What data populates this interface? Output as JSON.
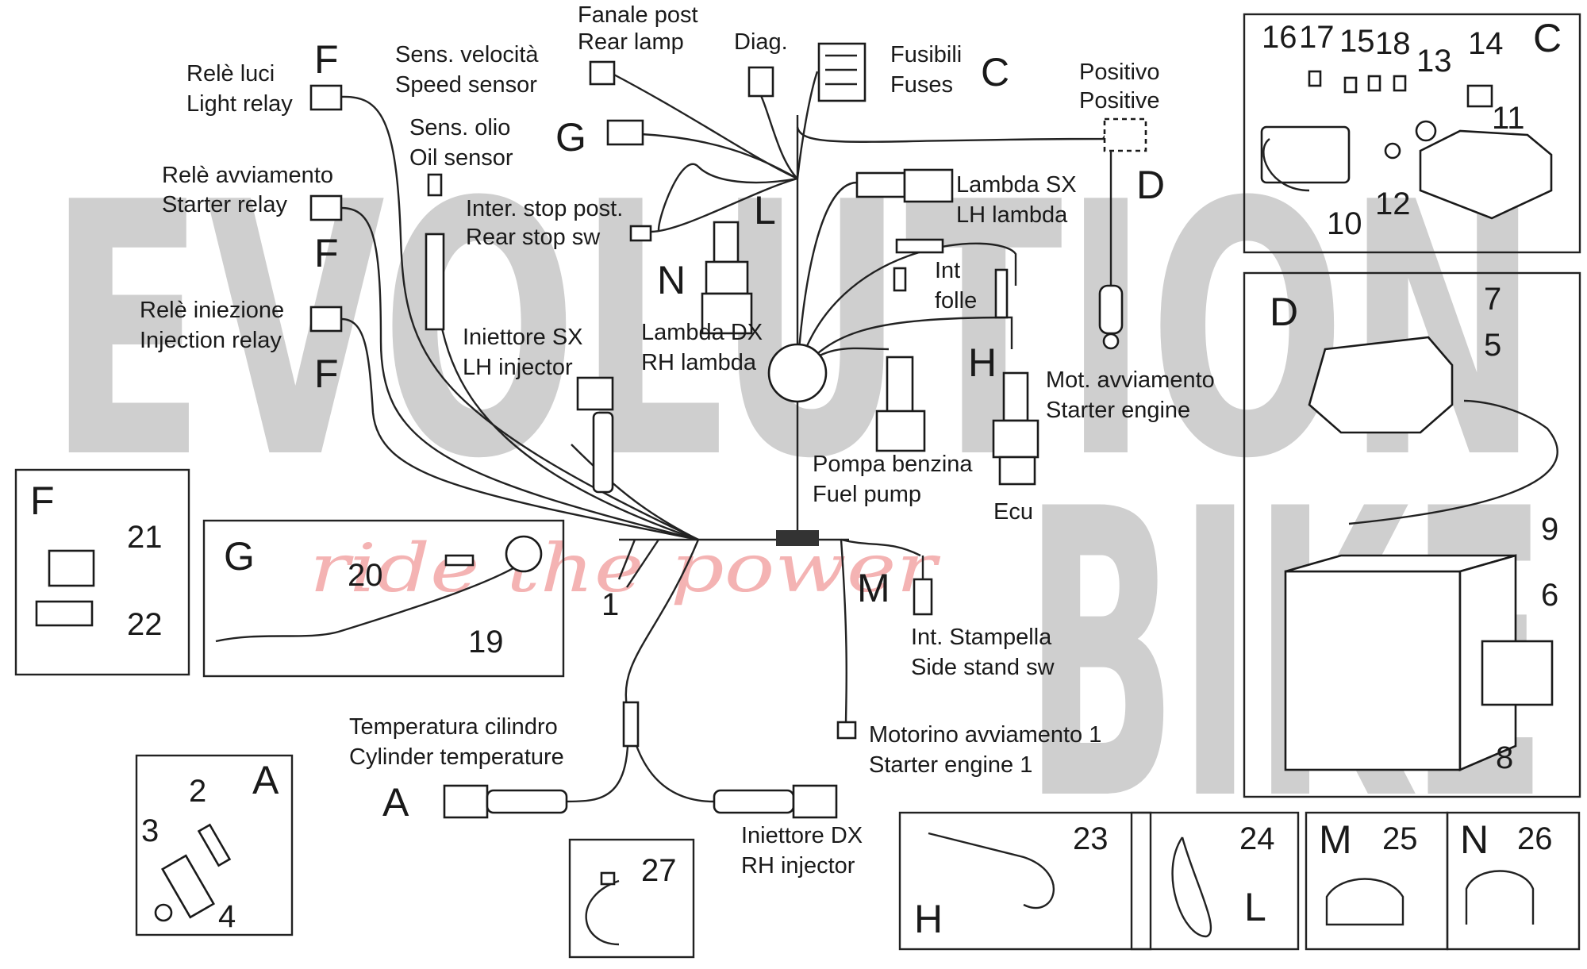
{
  "watermark": {
    "word1": "EVOLUTION",
    "word2": "BIKE",
    "tagline": "ride the power"
  },
  "labels": {
    "fanale_post": "Fanale post",
    "rear_lamp": "Rear lamp",
    "diag": "Diag.",
    "fusibili": "Fusibili",
    "fuses": "Fuses",
    "positivo": "Positivo",
    "positive": "Positive",
    "sens_velocita": "Sens. velocità",
    "speed_sensor": "Speed sensor",
    "rele_luci": "Relè luci",
    "light_relay": "Light relay",
    "sens_olio": "Sens. olio",
    "oil_sensor": "Oil sensor",
    "rele_avviamento": "Relè avviamento",
    "starter_relay": "Starter relay",
    "inter_stop": "Inter. stop post.",
    "rear_stop": "Rear stop sw",
    "lambda_sx": "Lambda SX",
    "lh_lambda": "LH lambda",
    "rele_iniezione": "Relè iniezione",
    "injection_relay": "Injection relay",
    "int": "Int",
    "folle": "folle",
    "lambda_dx": "Lambda DX",
    "rh_lambda": "RH lambda",
    "iniettore_sx": "Iniettore SX",
    "lh_injector": "LH injector",
    "mot_avviamento": "Mot. avviamento",
    "starter_engine": "Starter engine",
    "pompa_benzina": "Pompa benzina",
    "fuel_pump": "Fuel pump",
    "ecu": "Ecu",
    "int_stampella": "Int. Stampella",
    "side_stand": "Side stand sw",
    "temp_cilindro": "Temperatura cilindro",
    "cyl_temp": "Cylinder temperature",
    "motorino": "Motorino avviamento 1",
    "starter_engine_1": "Starter engine 1",
    "iniettore_dx": "Iniettore DX",
    "rh_injector": "RH injector"
  },
  "letters": {
    "F": "F",
    "G": "G",
    "C": "C",
    "D": "D",
    "L": "L",
    "N": "N",
    "H": "H",
    "M": "M",
    "A": "A"
  },
  "numbers": {
    "n1": "1",
    "n2": "2",
    "n3": "3",
    "n4": "4",
    "n5": "5",
    "n6": "6",
    "n7": "7",
    "n8": "8",
    "n9": "9",
    "n10": "10",
    "n11": "11",
    "n12": "12",
    "n13": "13",
    "n14": "14",
    "n15": "15",
    "n16": "16",
    "n17": "17",
    "n18": "18",
    "n19": "19",
    "n20": "20",
    "n21": "21",
    "n22": "22",
    "n23": "23",
    "n24": "24",
    "n25": "25",
    "n26": "26",
    "n27": "27"
  }
}
